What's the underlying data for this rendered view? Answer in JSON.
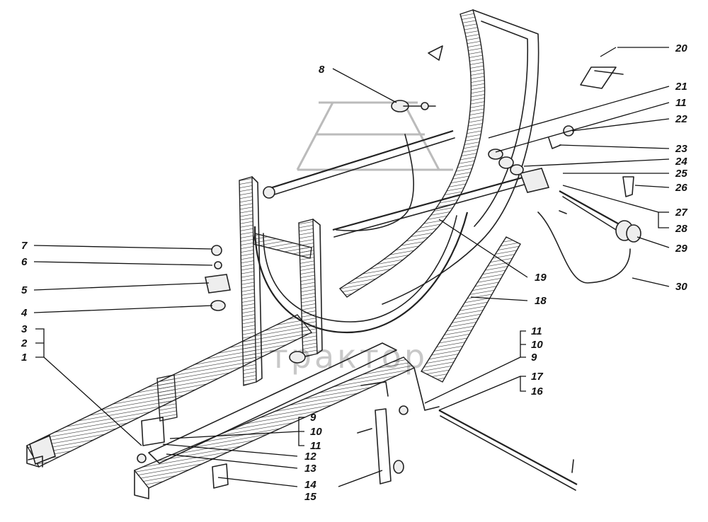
{
  "watermark": "трактор",
  "callouts": [
    {
      "id": "c20",
      "text": "20"
    },
    {
      "id": "c8",
      "text": "8"
    },
    {
      "id": "c21",
      "text": "21"
    },
    {
      "id": "c11a",
      "text": "11"
    },
    {
      "id": "c22",
      "text": "22"
    },
    {
      "id": "c23",
      "text": "23"
    },
    {
      "id": "c24",
      "text": "24"
    },
    {
      "id": "c25",
      "text": "25"
    },
    {
      "id": "c26",
      "text": "26"
    },
    {
      "id": "c27",
      "text": "27"
    },
    {
      "id": "c28",
      "text": "28"
    },
    {
      "id": "c29",
      "text": "29"
    },
    {
      "id": "c30",
      "text": "30"
    },
    {
      "id": "c7",
      "text": "7"
    },
    {
      "id": "c6",
      "text": "6"
    },
    {
      "id": "c5",
      "text": "5"
    },
    {
      "id": "c4",
      "text": "4"
    },
    {
      "id": "c3",
      "text": "3"
    },
    {
      "id": "c2",
      "text": "2"
    },
    {
      "id": "c1",
      "text": "1"
    },
    {
      "id": "c19",
      "text": "19"
    },
    {
      "id": "c18",
      "text": "18"
    },
    {
      "id": "c11b",
      "text": "11"
    },
    {
      "id": "c10b",
      "text": "10"
    },
    {
      "id": "c9b",
      "text": "9"
    },
    {
      "id": "c17",
      "text": "17"
    },
    {
      "id": "c16",
      "text": "16"
    },
    {
      "id": "c9a",
      "text": "9"
    },
    {
      "id": "c10a",
      "text": "10"
    },
    {
      "id": "c11c",
      "text": "11"
    },
    {
      "id": "c12",
      "text": "12"
    },
    {
      "id": "c13",
      "text": "13"
    },
    {
      "id": "c14",
      "text": "14"
    },
    {
      "id": "c15",
      "text": "15"
    }
  ]
}
